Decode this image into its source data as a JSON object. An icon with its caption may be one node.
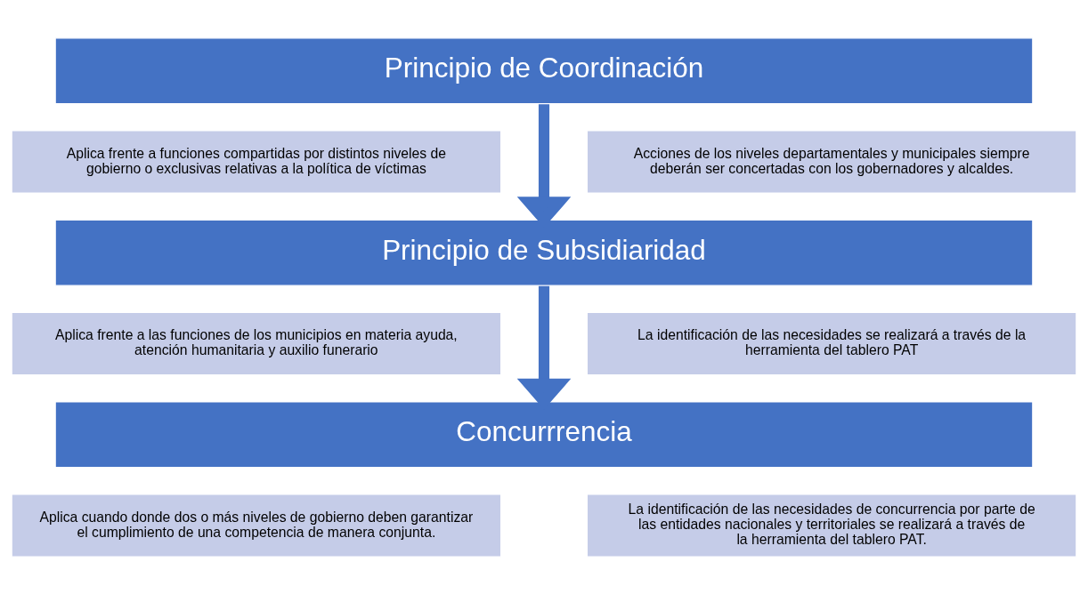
{
  "diagram": {
    "nodes": [
      {
        "text": [
          "Principio de Coordinación"
        ]
      },
      {
        "text": [
          "Aplica frente a funciones compartidas por distintos niveles de gobierno o exclusivas relativas a la política de víctimas"
        ]
      },
      {
        "text": [
          "Acciones de los niveles departamentales y municipales siempre deberán ser concertadas con los gobernadores y alcaldes."
        ]
      },
      {
        "text": [
          "Principio de Subsidiaridad"
        ]
      },
      {
        "text": [
          "Aplica frente a las funciones de los municipios en materia ayuda, atención humanitaria y auxilio funerario"
        ]
      },
      {
        "text": [
          "La identificación de las necesidades se realizará a través de la herramienta del tablero PAT"
        ]
      },
      {
        "text": [
          "Concurrrencia"
        ]
      },
      {
        "text": [
          "Aplica cuando donde dos o más niveles de gobierno deben garantizar el cumplimiento de una competencia de manera conjunta."
        ]
      },
      {
        "text": [
          "La identificación de las necesidades de concurrencia por parte de las entidades nacionales y territoriales se realizará a través de la herramienta del tablero PAT."
        ]
      }
    ],
    "edges": [
      {
        "from": 0,
        "to": 3,
        "arrow": "to"
      },
      {
        "from": 3,
        "to": 6,
        "arrow": "to"
      }
    ]
  }
}
